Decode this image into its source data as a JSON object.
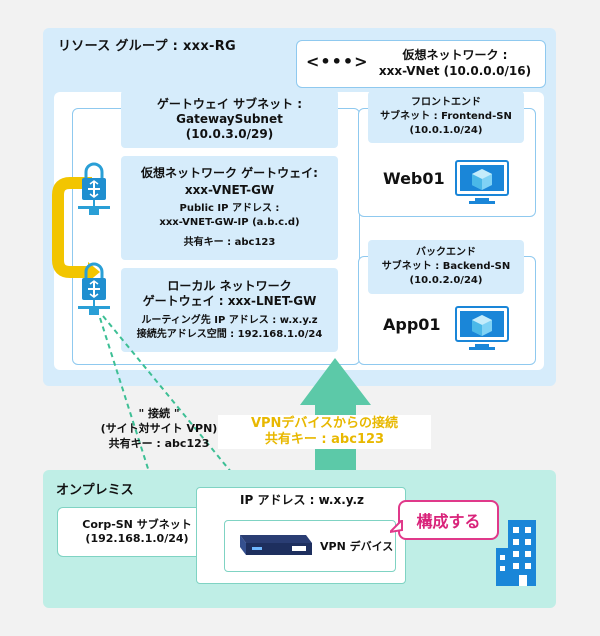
{
  "azure": {
    "resource_group_title": "リソース グループ : xxx-RG",
    "vnet": {
      "arrow": "<•••>",
      "line1": "仮想ネットワーク :",
      "line2": "xxx-VNet (10.0.0.0/16)"
    },
    "gateway_subnet": {
      "line1": "ゲートウェイ サブネット :",
      "line2": "GatewaySubnet",
      "line3": "(10.0.3.0/29)"
    },
    "vnet_gateway": {
      "line1": "仮想ネットワーク ゲートウェイ:",
      "line2": "xxx-VNET-GW",
      "line3": "Public IP アドレス :",
      "line4": "xxx-VNET-GW-IP (a.b.c.d)",
      "line5": "共有キー : abc123"
    },
    "local_gateway": {
      "line1": "ローカル ネットワーク",
      "line2": "ゲートウェイ : xxx-LNET-GW",
      "line3": "ルーティング先 IP アドレス : w.x.y.z",
      "line4": "接続先アドレス空間 : 192.168.1.0/24"
    },
    "frontend": {
      "line1": "フロントエンド",
      "line2": "サブネット : Frontend-SN",
      "line3": "(10.0.1.0/24)",
      "vm": "Web01"
    },
    "backend": {
      "line1": "バックエンド",
      "line2": "サブネット : Backend-SN",
      "line3": "(10.0.2.0/24)",
      "vm": "App01"
    }
  },
  "connection": {
    "line1": "\" 接続 \"",
    "line2": "(サイト対サイト VPN)",
    "line3": "共有キー : abc123"
  },
  "vpn_flow": {
    "line1": "VPNデバイスからの接続",
    "line2": "共有キー : abc123"
  },
  "onprem": {
    "title": "オンプレミス",
    "corp_subnet": {
      "line1": "Corp-SN サブネット",
      "line2": "(192.168.1.0/24)"
    },
    "vpn_ip": "IP アドレス : w.x.y.z",
    "vpn_device": "VPN デバイス",
    "configure": "構成する"
  },
  "colors": {
    "azure_bg": "#d6ecfb",
    "onprem_bg": "#bfeee6",
    "arrow_green": "#5cc9a8",
    "highlight_yellow": "#e8b800",
    "accent_pink": "#e0398a",
    "vm_blue": "#1a86d8"
  }
}
